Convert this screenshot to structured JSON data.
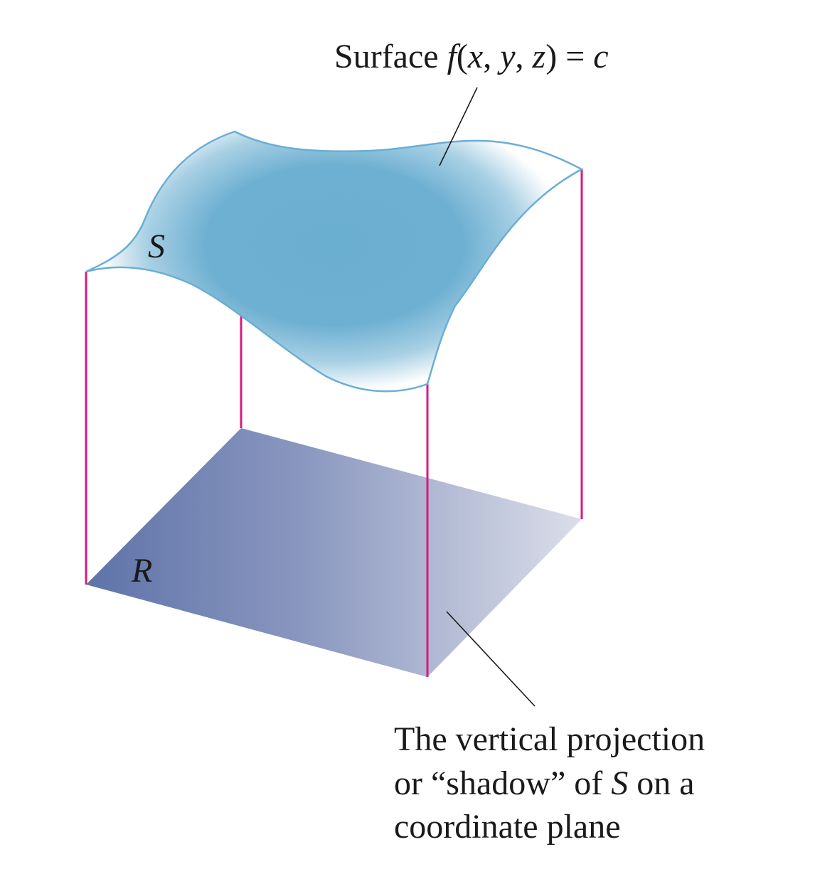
{
  "labels": {
    "surface_prefix": "Surface ",
    "surface_f": "f",
    "surface_open": "(",
    "surface_x": "x",
    "surface_c1": ", ",
    "surface_y": "y",
    "surface_c2": ",  ",
    "surface_z": "z",
    "surface_close_eq": ") = ",
    "surface_c": "c",
    "surface_S": "S",
    "region_R": "R",
    "projection_line1": "The vertical projection",
    "projection_line2_a": "or “shadow” of ",
    "projection_line2_S": "S",
    "projection_line2_b": " on a",
    "projection_line3": "coordinate plane"
  },
  "colors": {
    "surface_edge": "#6aaed6",
    "surface_fill_center": "#6aaed0",
    "surface_fill_edge": "#ffffff",
    "region_dark": "#5f73a9",
    "region_light": "#d8dbe8",
    "vertical_lines": "#d81b7f",
    "leader_lines": "#1a1a1a"
  }
}
